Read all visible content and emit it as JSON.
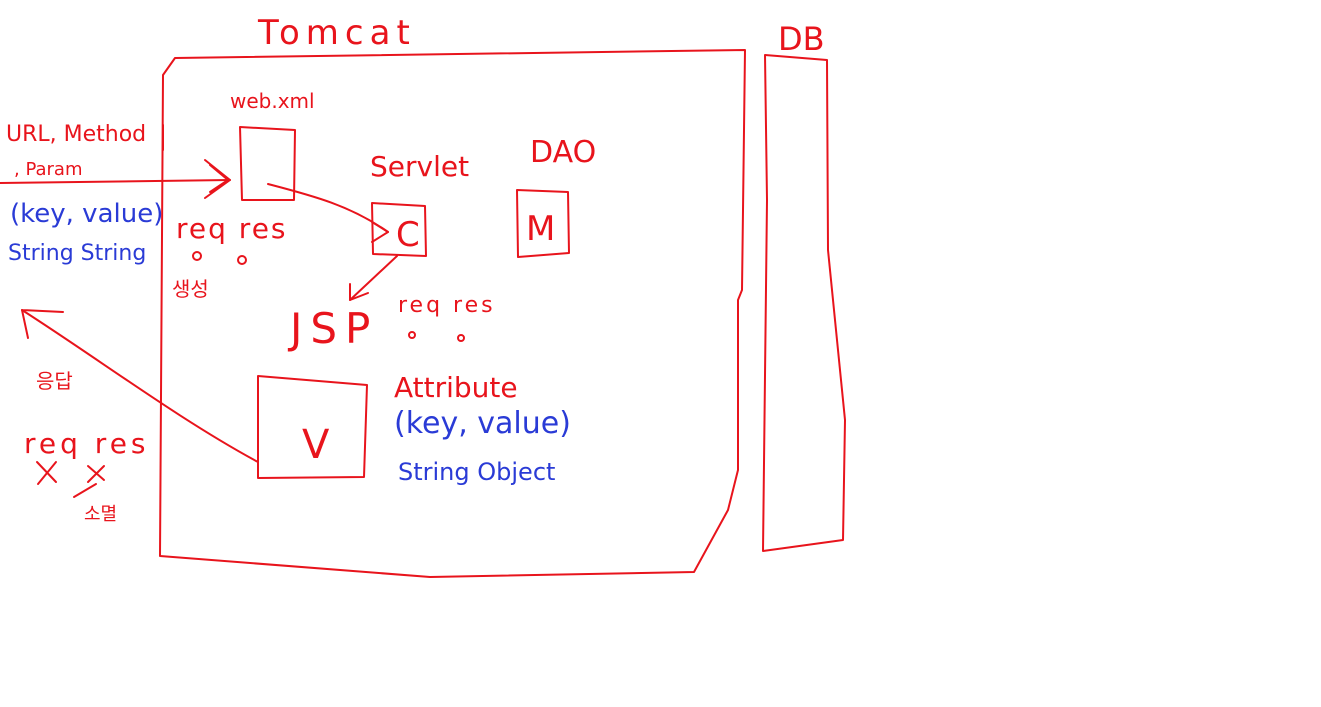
{
  "colors": {
    "ink_red": "#e8141c",
    "ink_blue": "#2a3bd6",
    "background": "#ffffff"
  },
  "labels": {
    "tomcat": "Tomcat",
    "db": "DB",
    "web_xml": "web.xml",
    "request_line1": "URL, Method",
    "request_line2": ", Param",
    "param_kv": "(key, value)",
    "param_types": "String String",
    "req_res_top": "req res",
    "created_note": "생성",
    "servlet": "Servlet",
    "controller": "C",
    "dao": "DAO",
    "model": "M",
    "jsp": "JSP",
    "req_res_jsp": "req res",
    "attribute": "Attribute",
    "attr_kv": "(key, value)",
    "attr_types": "String Object",
    "view": "V",
    "response": "응답",
    "req_res_bottom": "req res",
    "destroy_note": "소멸"
  }
}
